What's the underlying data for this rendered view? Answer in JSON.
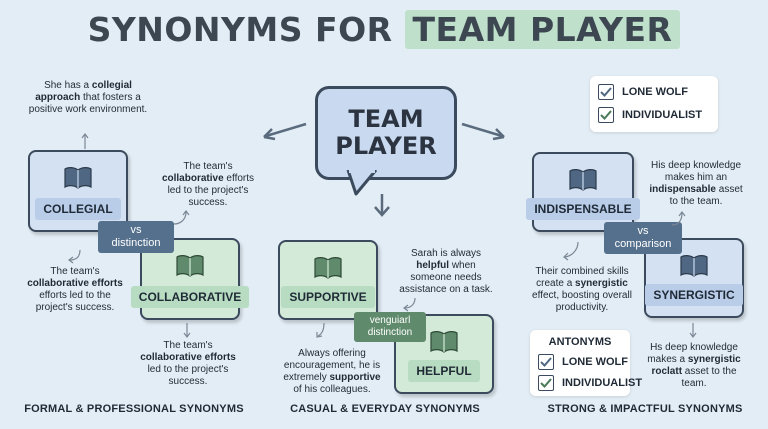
{
  "title": {
    "prefix": "SYNONYMS FOR",
    "highlight": "TEAM PLAYER"
  },
  "center": {
    "line1": "TEAM",
    "line2": "PLAYER"
  },
  "formal": {
    "section_title": "FORMAL & PROFESSIONAL SYNONYMS",
    "top_text": {
      "pre": "She has a ",
      "bold": "collegial approach",
      "post": " that fosters a positive work environment."
    },
    "card1_label": "COLLEGIAL",
    "card2_label": "COLLABORATIVE",
    "vs_line1": "vs",
    "vs_line2": "distinction",
    "right_text": {
      "pre": "The team's ",
      "bold": "collaborative",
      "post": " efforts led to the project's success."
    },
    "left_text": {
      "pre": "The team's ",
      "bold": "collaborative efforts",
      "post": " efforts led to the project's success."
    },
    "bottom_text": {
      "pre": "The team's ",
      "bold": "collaborative efforts",
      "post": " led to the project's success."
    }
  },
  "casual": {
    "section_title": "CASUAL & EVERYDAY SYNONYMS",
    "card1_label": "SUPPORTIVE",
    "card2_label": "HELPFUL",
    "vs_line1": "venguiarl",
    "vs_line2": "distinction",
    "top_text": {
      "pre": "Sarah is always ",
      "bold": "helpful",
      "post": " when someone needs assistance on a task."
    },
    "bottom_text": {
      "pre": "Always offering encouragement, he is extremely ",
      "bold": "supportive",
      "post": " of his colleagues."
    }
  },
  "strong": {
    "section_title": "STRONG & IMPACTFUL SYNONYMS",
    "card1_label": "INDISPENSABLE",
    "card2_label": "SYNERGISTIC",
    "vs_line1": "vs",
    "vs_line2": "comparison",
    "top_text": {
      "pre": "His deep knowledge makes him an ",
      "bold": "indispensable",
      "post": " asset to the team."
    },
    "left_text": {
      "pre": "Their combined skills create a ",
      "bold": "synergistic",
      "post": " effect, boosting overall productivity."
    },
    "bottom_text": {
      "pre": "Hs deep knowledge makes a ",
      "bold": "synergistic roclatt",
      "post": " asset to the team."
    }
  },
  "top_checklist": [
    "LONE WOLF",
    "INDIVIDUALIST"
  ],
  "antonyms": {
    "title": "ANTONYMS",
    "items": [
      "LONE WOLF",
      "INDIVIDUALIST"
    ]
  },
  "colors": {
    "background": "#e3edf5",
    "blue_card": "#d4e1f2",
    "green_card": "#d3ead8",
    "highlight": "#bfe0cb",
    "badge": "#55708d"
  }
}
